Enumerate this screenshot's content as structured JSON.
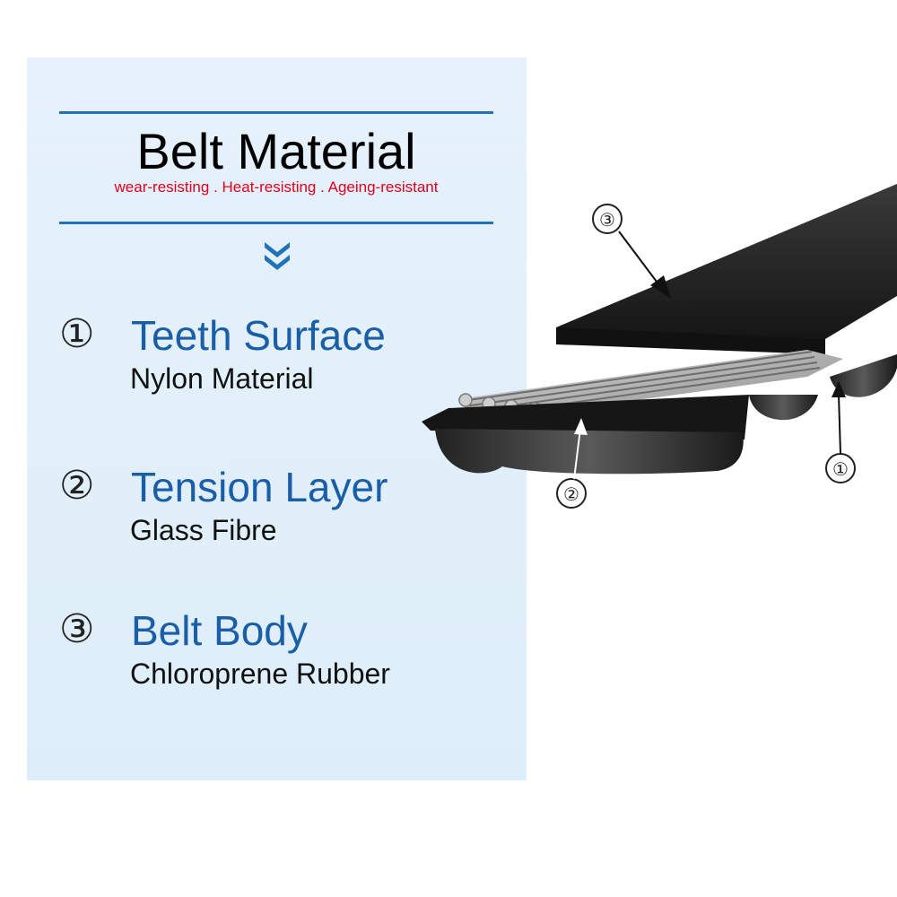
{
  "header": {
    "title": "Belt Material",
    "subtitle": "wear-resisting . Heat-resisting . Ageing-resistant"
  },
  "items": [
    {
      "number": "①",
      "title": "Teeth Surface",
      "subtitle": "Nylon Material"
    },
    {
      "number": "②",
      "title": "Tension Layer",
      "subtitle": "Glass Fibre"
    },
    {
      "number": "③",
      "title": "Belt Body",
      "subtitle": "Chloroprene Rubber"
    }
  ],
  "diagram": {
    "callouts": [
      "③",
      "②",
      "①"
    ]
  },
  "colors": {
    "panel": "#e3f0fb",
    "rule": "#1f73b6",
    "accent_title": "#1a5ea8",
    "subtitle": "#e0001b"
  }
}
